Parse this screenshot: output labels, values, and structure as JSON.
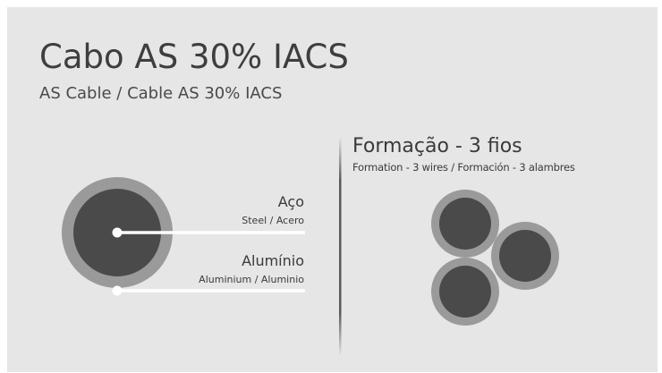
{
  "header": {
    "title": "Cabo AS 30% IACS",
    "subtitle": "AS Cable / Cable AS 30% IACS"
  },
  "cross_section": {
    "steel_label": "Aço",
    "steel_sublabel": "Steel / Acero",
    "aluminium_label": "Alumínio",
    "aluminium_sublabel": "Aluminium / Aluminio"
  },
  "formation": {
    "title": "Formação - 3 fios",
    "subtitle": "Formation - 3 wires / Formación - 3 alambres",
    "wire_count": 3
  },
  "colors": {
    "background": "#e6e6e6",
    "aluminium_ring": "#9a9a9a",
    "steel_core": "#4a4a4a",
    "leader_line": "#ffffff",
    "divider": "#4a4a4a"
  }
}
